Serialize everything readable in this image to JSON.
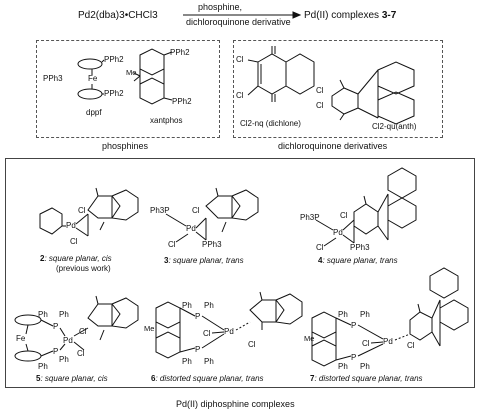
{
  "scheme": {
    "reactant": "Pd2(dba)3•CHCl3",
    "arrow_above": "phosphine,",
    "arrow_below": "dichloroquinone derivative",
    "product": "Pd(II) complexes",
    "product_range": "3-7"
  },
  "phosphines_box": {
    "caption": "phosphines",
    "pph3": "PPh3",
    "dppf": "dppf",
    "xantphos": "xantphos",
    "pph2": "PPh2",
    "fe": "Fe",
    "me": "Me"
  },
  "quinones_box": {
    "caption": "dichloroquinone derivatives",
    "nq_label": "Cl2-nq (dichlone)",
    "qu_label": "Cl2-qu(anth)",
    "cl": "Cl"
  },
  "complexes_box": {
    "caption": "Pd(II) diphosphine complexes",
    "items": [
      {
        "num": "2",
        "desc": ": square planar, cis",
        "note": "(previous work)"
      },
      {
        "num": "3",
        "desc": ": square planar, trans",
        "note": ""
      },
      {
        "num": "4",
        "desc": ": square planar, trans",
        "note": ""
      },
      {
        "num": "5",
        "desc": ": square planar, cis",
        "note": ""
      },
      {
        "num": "6",
        "desc": ": distorted square planar, trans",
        "note": ""
      },
      {
        "num": "7",
        "desc": ": distorted square planar, trans",
        "note": ""
      }
    ],
    "atoms": {
      "pd": "Pd",
      "cl": "Cl",
      "p": "P",
      "ph": "Ph",
      "pph3": "PPh3",
      "ph3p": "Ph3P",
      "fe": "Fe",
      "me": "Me"
    }
  },
  "colors": {
    "line": "#111111",
    "box_border": "#444444"
  }
}
